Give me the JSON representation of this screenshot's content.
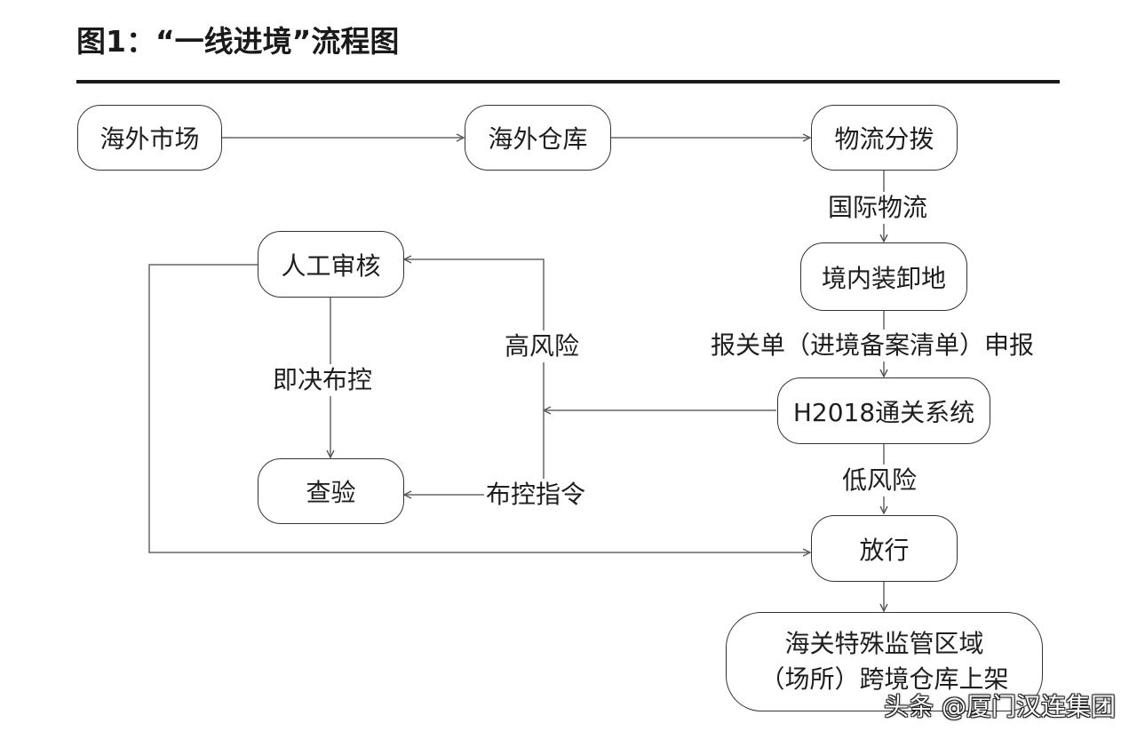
{
  "title": "图1：“一线进境”流程图",
  "nodes": {
    "overseas_market": "海外市场",
    "overseas_warehouse": "海外仓库",
    "logistics_distribution": "物流分拨",
    "domestic_unloading": "境内装卸地",
    "h2018_system": "H2018通关系统",
    "manual_review": "人工审核",
    "inspection": "查验",
    "release": "放行",
    "final_line1": "海关特殊监管区域",
    "final_line2": "（场所）跨境仓库上架"
  },
  "edge_labels": {
    "international_logistics": "国际物流",
    "declaration": "报关单（进境备案清单）申报",
    "low_risk": "低风险",
    "high_risk": "高风险",
    "control_instruction": "布控指令",
    "immediate_control": "即决布控"
  },
  "watermark": "头条 @厦门汉连集团"
}
